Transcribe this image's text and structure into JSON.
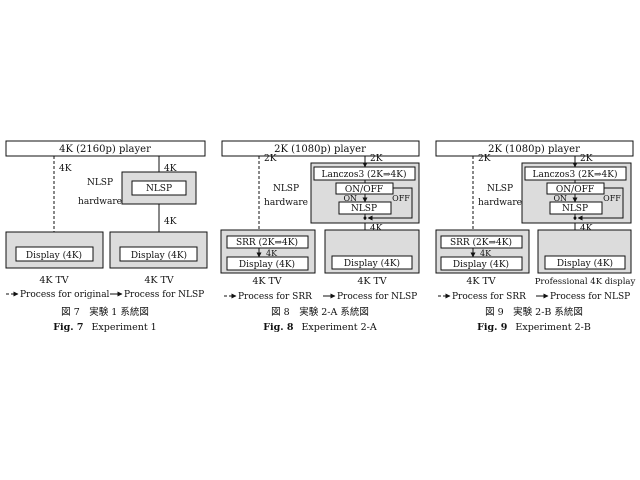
{
  "fig7": {
    "player": "4K (2160p) player",
    "left_edge_label": "4K",
    "right_edge_label_top": "4K",
    "nlsp_hw_line1": "NLSP",
    "nlsp_hw_line2": "hardware",
    "nlsp_box": "NLSP",
    "right_edge_label_bottom": "4K",
    "left_display": "Display (4K)",
    "right_display": "Display (4K)",
    "left_device": "4K TV",
    "right_device": "4K TV",
    "legend_dashed": "Process for original",
    "legend_solid": "Process for NLSP",
    "caption_jp": "図 7　実験 1 系統図",
    "caption_fig": "Fig. 7",
    "caption_en": "Experiment 1"
  },
  "fig8": {
    "player": "2K (1080p) player",
    "left_edge_label": "2K",
    "right_edge_label_top": "2K",
    "nlsp_hw_line1": "NLSP",
    "nlsp_hw_line2": "hardware",
    "lanczos_box": "Lanczos3 (2K⇒4K)",
    "switch_box": "ON/OFF",
    "on_label": "ON",
    "off_label": "OFF",
    "nlsp_box": "NLSP",
    "right_edge_label_bottom": "4K",
    "srr_box": "SRR (2K⇒4K)",
    "srr_edge_label": "4K",
    "left_display": "Display (4K)",
    "right_display": "Display (4K)",
    "left_device": "4K TV",
    "right_device": "4K TV",
    "legend_dashed": "Process for SRR",
    "legend_solid": "Process for NLSP",
    "caption_jp": "図 8　実験 2-A 系統図",
    "caption_fig": "Fig. 8",
    "caption_en": "Experiment 2-A"
  },
  "fig9": {
    "player": "2K (1080p) player",
    "left_edge_label": "2K",
    "right_edge_label_top": "2K",
    "nlsp_hw_line1": "NLSP",
    "nlsp_hw_line2": "hardware",
    "lanczos_box": "Lanczos3 (2K⇒4K)",
    "switch_box": "ON/OFF",
    "on_label": "ON",
    "off_label": "OFF",
    "nlsp_box": "NLSP",
    "right_edge_label_bottom": "4K",
    "srr_box": "SRR (2K⇒4K)",
    "srr_edge_label": "4K",
    "left_display": "Display (4K)",
    "right_display": "Display (4K)",
    "left_device": "4K TV",
    "right_device": "Professional 4K display",
    "legend_dashed": "Process for SRR",
    "legend_solid": "Process for NLSP",
    "caption_jp": "図 9　実験 2-B 系統図",
    "caption_fig": "Fig. 9",
    "caption_en": "Experiment 2-B"
  },
  "colors": {
    "ink": "#111111",
    "panel_gray": "#dcdcdc",
    "background": "#ffffff"
  }
}
